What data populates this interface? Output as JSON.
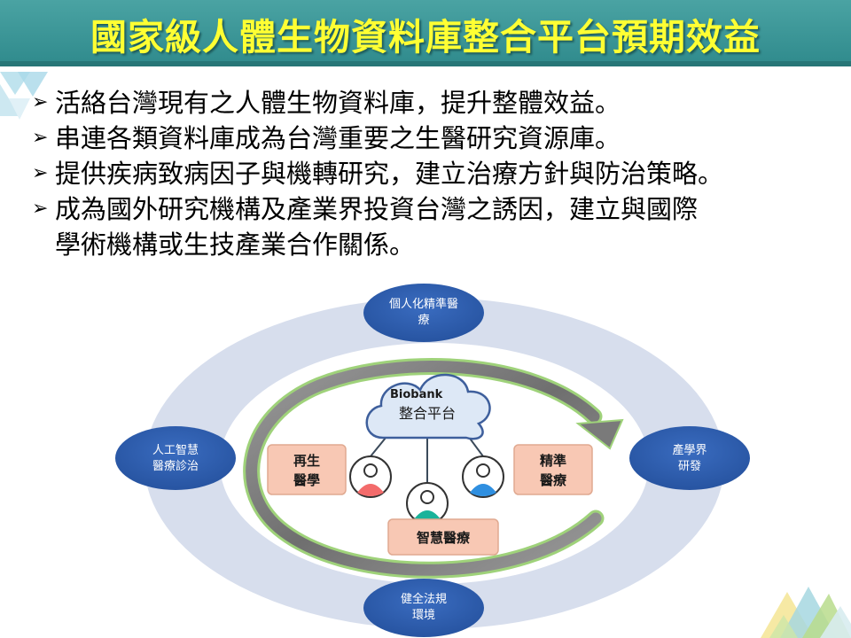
{
  "slide": {
    "title": "國家級人體生物資料庫整合平台預期效益",
    "bullets": [
      "活絡台灣現有之人體生物資料庫，提升整體效益。",
      "串連各類資料庫成為台灣重要之生醫研究資源庫。",
      "提供疾病致病因子與機轉研究，建立治療方針與防治策略。",
      "成為國外研究機構及產業界投資台灣之誘因，建立與國際"
    ],
    "bullet_continuation": "學術機構或生技產業合作關係。"
  },
  "diagram": {
    "outer_nodes": {
      "top": [
        "個人化精準醫",
        "療"
      ],
      "left": [
        "人工智慧",
        "醫療診治"
      ],
      "right": [
        "產學界",
        "研發"
      ],
      "bottom": [
        "健全法規",
        "環境"
      ]
    },
    "cloud": {
      "title": "Biobank",
      "subtitle": "整合平台"
    },
    "boxes": {
      "regen": [
        "再生",
        "醫學"
      ],
      "precision": [
        "精準",
        "醫療"
      ],
      "smart": "智慧醫療"
    }
  },
  "colors": {
    "title_bg": "#2f8a8c",
    "title_text": "#ffff33",
    "ring": "#d7deed",
    "node": "#2f5aa8",
    "box": "#f8c8b4",
    "cloud": "#dde8f6"
  }
}
